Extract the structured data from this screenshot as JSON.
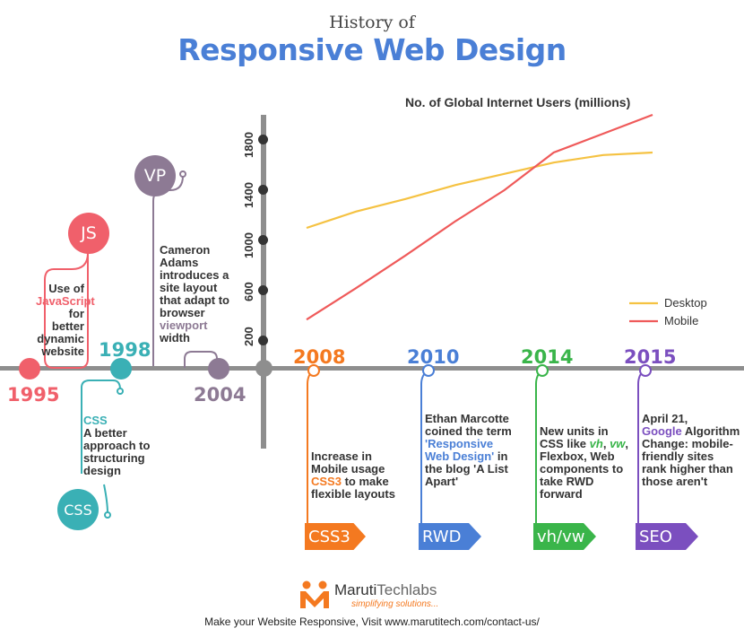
{
  "header": {
    "title_small": "History of",
    "title_big": "Responsive Web Design"
  },
  "colors": {
    "blue": "#4a7fd6",
    "orange": "#f47920",
    "green": "#3ab54a",
    "purple": "#7b4fbf",
    "red": "#f0606b",
    "teal": "#3ab0b5",
    "mauve": "#8d7a94",
    "desktop": "#f5c242",
    "mobile": "#ef5a5a",
    "gray": "#8e8e8e"
  },
  "milestones": [
    {
      "year": "1995",
      "icon_text": "JS",
      "pre": "Use of",
      "highlight": "JavaScript",
      "post": "for better dynamic website"
    },
    {
      "year": "1998",
      "icon_text": "CSS",
      "highlight": "CSS",
      "post": "A better approach to structuring design"
    },
    {
      "year": "2004",
      "icon_text": "VP",
      "pre": "Cameron Adams introduces a site layout that adapt to browser",
      "highlight": "viewport",
      "post": "width"
    }
  ],
  "events": [
    {
      "year": "2008",
      "tag": "CSS3",
      "text_pre": "Increase in Mobile usage",
      "highlight": "CSS3",
      "text_post": "to make flexible layouts"
    },
    {
      "year": "2010",
      "tag": "RWD",
      "text_pre": "Ethan Marcotte coined the term",
      "highlight": "'Responsive Web Design'",
      "text_post": "in the blog 'A List Apart'"
    },
    {
      "year": "2014",
      "tag": "vh/vw",
      "text_pre": "New units in CSS like",
      "h1": "vh",
      "sep": ",",
      "h2": "vw",
      "text_post": ", Flexbox, Web components to take RWD forward"
    },
    {
      "year": "2015",
      "tag": "SEO",
      "text_pre": "April 21,",
      "highlight": "Google",
      "text_post": "Algorithm Change: mobile-friendly sites rank higher than those aren't"
    }
  ],
  "chart_data": {
    "type": "line",
    "title": "No. of Global Internet Users (millions)",
    "ylabel": "",
    "ylim": [
      0,
      2000
    ],
    "yticks": [
      200,
      600,
      1000,
      1400,
      1800
    ],
    "x": [
      2008,
      2009,
      2010,
      2011,
      2012,
      2013,
      2014,
      2015
    ],
    "series": [
      {
        "name": "Desktop",
        "values": [
          1100,
          1230,
          1330,
          1440,
          1530,
          1620,
          1680,
          1700
        ]
      },
      {
        "name": "Mobile",
        "values": [
          370,
          620,
          880,
          1150,
          1400,
          1700,
          1850,
          2000
        ]
      }
    ],
    "legend": "bottom-right"
  },
  "brand": {
    "name_a": "Maruti",
    "name_b": "Techlabs",
    "tagline": "simplifying solutions..."
  },
  "footer": "Make your Website Responsive, Visit www.marutitech.com/contact-us/"
}
